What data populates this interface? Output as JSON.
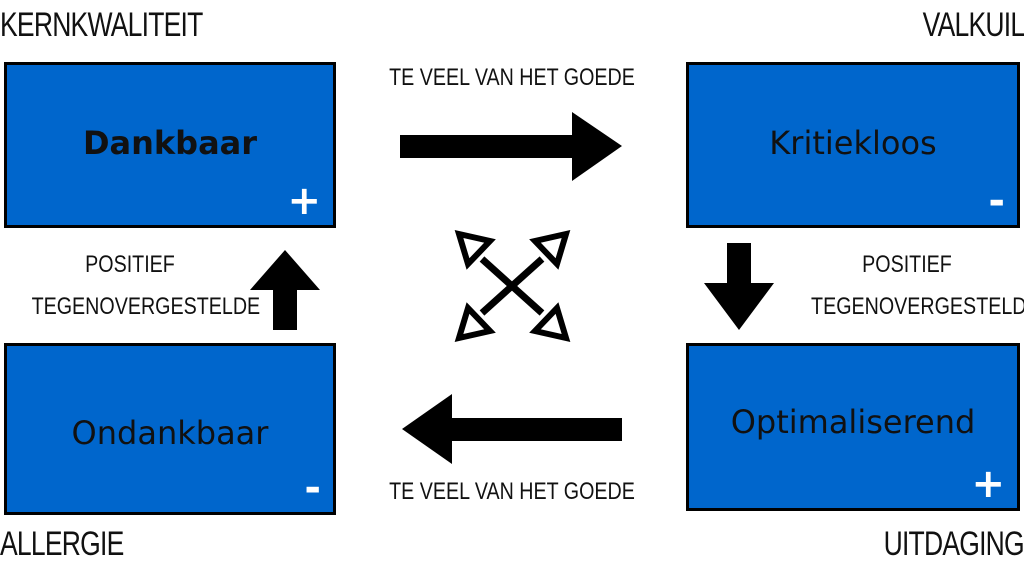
{
  "corners": {
    "top_left": "KERNKWALITEIT",
    "top_right": "VALKUIL",
    "bottom_left": "ALLERGIE",
    "bottom_right": "UITDAGING"
  },
  "boxes": {
    "top_left": {
      "label": "Dankbaar",
      "sign": "+"
    },
    "top_right": {
      "label": "Kritiekloos",
      "sign": "-"
    },
    "bottom_left": {
      "label": "Ondankbaar",
      "sign": "-"
    },
    "bottom_right": {
      "label": "Optimaliserend",
      "sign": "+"
    }
  },
  "captions": {
    "top": "TE VEEL VAN HET GOEDE",
    "bottom": "TE VEEL VAN HET GOEDE",
    "left_line1": "POSITIEF",
    "left_line2": "TEGENOVERGESTELDE",
    "right_line1": "POSITIEF",
    "right_line2": "TEGENOVERGESTELDE"
  },
  "colors": {
    "box_fill": "#0066CC",
    "box_border": "#000000",
    "sign": "#ffffff",
    "arrow": "#000000"
  }
}
